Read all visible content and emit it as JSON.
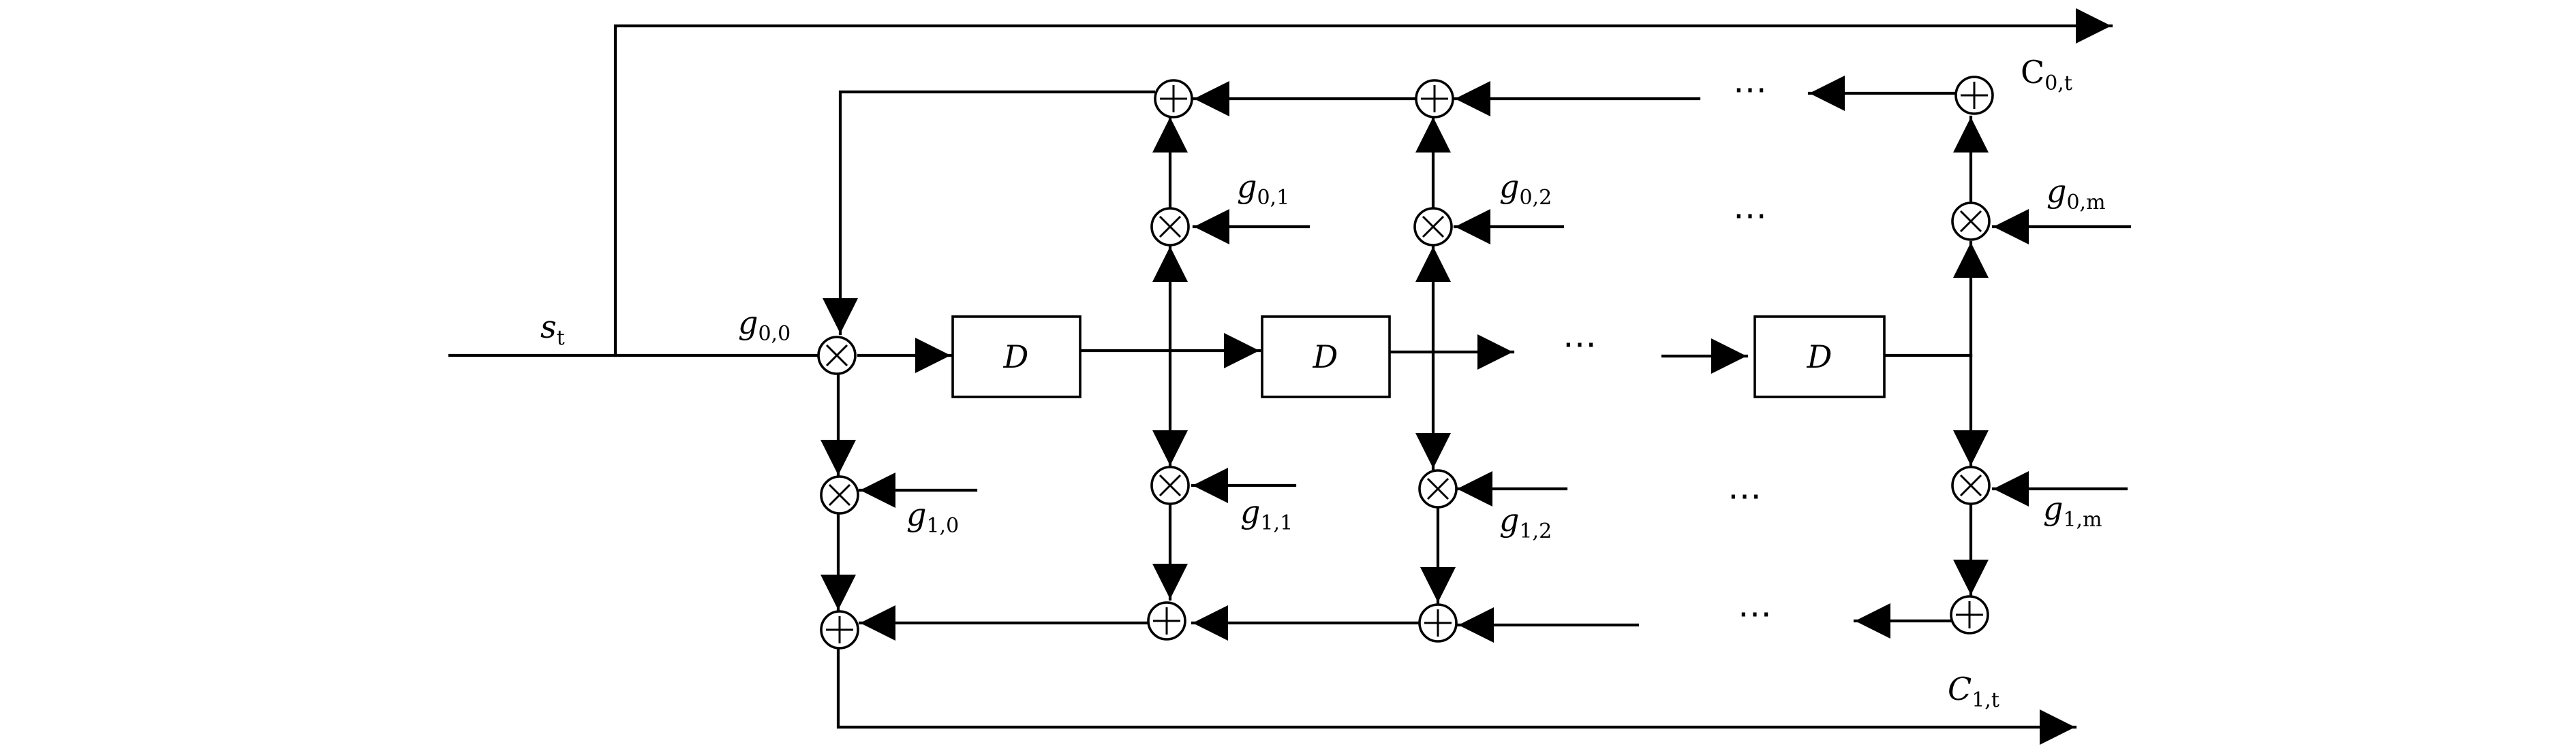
{
  "labels": {
    "input": "s",
    "input_sub": "t",
    "out0": "C",
    "out0_sub": "0,t",
    "out1": "C",
    "out1_sub": "1,t"
  },
  "coefficients": [
    {
      "base": "g",
      "sub": "0,0"
    },
    {
      "base": "g",
      "sub": "0,1"
    },
    {
      "base": "g",
      "sub": "0,2"
    },
    {
      "base": "g",
      "sub": "0,m"
    },
    {
      "base": "g",
      "sub": "1,0"
    },
    {
      "base": "g",
      "sub": "1,1"
    },
    {
      "base": "g",
      "sub": "1,2"
    },
    {
      "base": "g",
      "sub": "1,m"
    }
  ],
  "delays": [
    {
      "label": "D"
    },
    {
      "label": "D"
    },
    {
      "label": "D"
    }
  ],
  "ellipsis": "⋯"
}
